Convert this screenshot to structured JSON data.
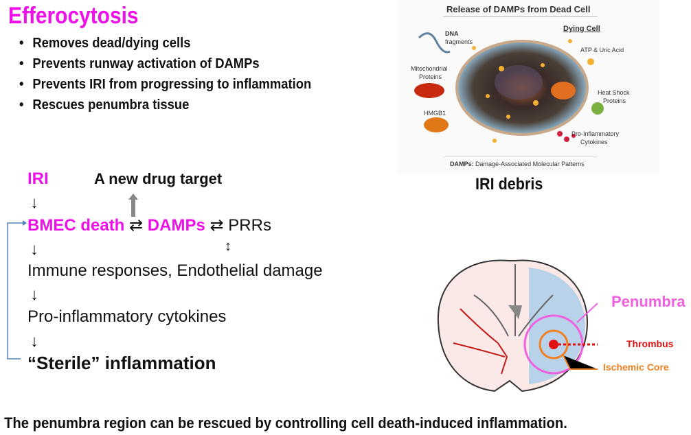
{
  "title": "Efferocytosis",
  "bullets": [
    "Removes dead/dying cells",
    "Prevents runway activation of DAMPs",
    "Prevents IRI from progressing to inflammation",
    "Rescues penumbra tissue"
  ],
  "figure": {
    "heading": "Release of DAMPs from Dead Cell",
    "labels": {
      "dna": "DNA",
      "dna2": "fragments",
      "dying": "Dying Cell",
      "atp": "ATP & Uric Acid",
      "mito": "Mitochondrial",
      "mito2": "Proteins",
      "heat": "Heat Shock",
      "heat2": "Proteins",
      "hmgb1": "HMGB1",
      "cyto": "Pro-Inflammatory",
      "cyto2": "Cytokines"
    },
    "footer_abbr": "DAMPs:",
    "footer": "Damage-Associated Molecular Patterns",
    "caption": "IRI debris"
  },
  "flow": {
    "iri": "IRI",
    "drug_target": "A new drug target",
    "bmec": "BMEC death",
    "eq1": "⇄",
    "damps": "DAMPs",
    "eq2": "⇄",
    "prrs": "PRRs",
    "updown": "↕",
    "down": "↓",
    "immune": "Immune responses, Endothelial damage",
    "cytokines": "Pro-inflammatory cytokines",
    "sterile": "“Sterile” inflammation"
  },
  "brain": {
    "penumbra": "Penumbra",
    "thrombus": "Thrombus",
    "core": "Ischemic Core"
  },
  "conclusion": "The penumbra region can be rescued by controlling cell death-induced inflammation.",
  "colors": {
    "magenta": "#ee10e8",
    "penumbra": "#f060e0",
    "thrombus": "#e01010",
    "core": "#f08020"
  }
}
